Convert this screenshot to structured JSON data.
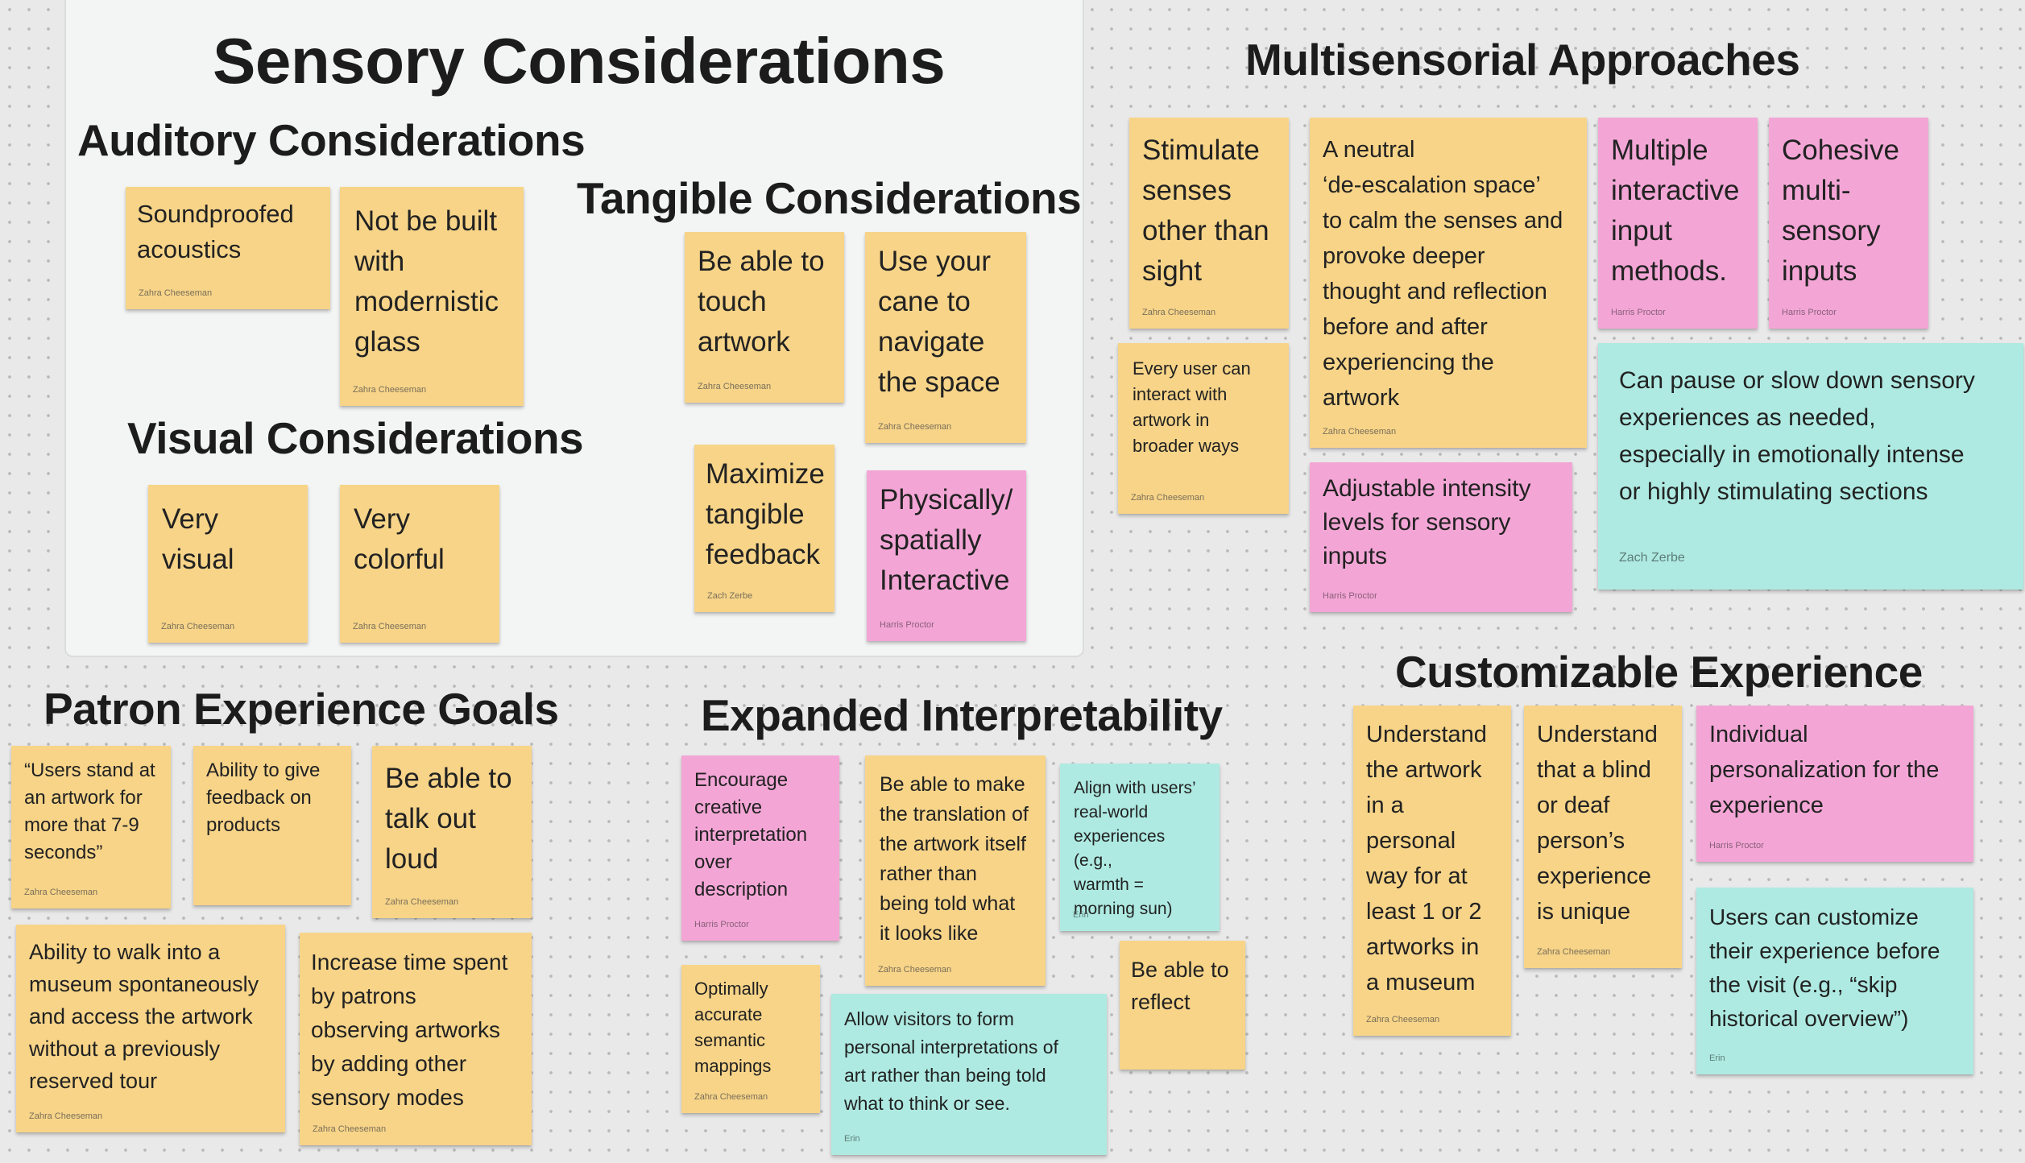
{
  "colors": {
    "board": "#e9e9e9",
    "yellow": "#f7d488",
    "pink": "#f3a6d6",
    "cyan": "#aeeae2"
  },
  "headings": {
    "sensory": "Sensory Considerations",
    "auditory": "Auditory Considerations",
    "tangible": "Tangible Considerations",
    "visual": "Visual Considerations",
    "multisensorial": "Multisensorial Approaches",
    "patron": "Patron Experience Goals",
    "expanded": "Expanded Interpretability",
    "customizable": "Customizable Experience"
  },
  "notes": {
    "soundproofed": {
      "text": "Soundproofed\nacoustics",
      "author": "Zahra Cheeseman"
    },
    "modernistic_glass": {
      "text": "Not be built\nwith\nmodernistic\nglass",
      "author": "Zahra Cheeseman"
    },
    "touch_artwork": {
      "text": "Be able to\ntouch\nartwork",
      "author": "Zahra Cheeseman"
    },
    "use_cane": {
      "text": "Use your\ncane to\nnavigate\nthe space",
      "author": "Zahra Cheeseman"
    },
    "maximize_feedback": {
      "text": "Maximize\ntangible\nfeedback",
      "author": "Zach Zerbe"
    },
    "spatially_interactive": {
      "text": "Physically/\nspatially\nInteractive",
      "author": "Harris Proctor"
    },
    "very_visual": {
      "text": "Very\nvisual",
      "author": "Zahra Cheeseman"
    },
    "very_colorful": {
      "text": "Very\ncolorful",
      "author": "Zahra Cheeseman"
    },
    "stimulate_senses": {
      "text": "Stimulate\nsenses\nother than\nsight",
      "author": "Zahra Cheeseman"
    },
    "every_user": {
      "text": "Every user can\ninteract with\nartwork in\nbroader ways",
      "author": "Zahra Cheeseman"
    },
    "de_escalation": {
      "text": "A neutral\n‘de-escalation space’\nto calm the senses and\nprovoke deeper\nthought and reflection\nbefore and after\nexperiencing the\nartwork",
      "author": "Zahra Cheeseman"
    },
    "multiple_input": {
      "text": "Multiple\ninteractive\ninput\nmethods.",
      "author": "Harris Proctor"
    },
    "cohesive_inputs": {
      "text": "Cohesive\nmulti-\nsensory\ninputs",
      "author": "Harris Proctor"
    },
    "pause_slow": {
      "text": "Can pause or slow down sensory\nexperiences as needed,\nespecially in emotionally intense\nor highly stimulating sections",
      "author": "Zach Zerbe"
    },
    "adjustable_intensity": {
      "text": "Adjustable intensity\nlevels for sensory\ninputs",
      "author": "Harris Proctor"
    },
    "users_stand": {
      "text": "“Users stand at\nan artwork for\nmore that 7-9\nseconds”",
      "author": "Zahra Cheeseman"
    },
    "give_feedback": {
      "text": "Ability to give\nfeedback on\nproducts",
      "author": ""
    },
    "talk_out_loud": {
      "text": "Be able to\ntalk out\nloud",
      "author": "Zahra Cheeseman"
    },
    "walk_into_museum": {
      "text": "Ability to walk into a\nmuseum spontaneously\nand access the artwork\nwithout a previously\nreserved tour",
      "author": "Zahra Cheeseman"
    },
    "increase_time": {
      "text": "Increase time spent\nby patrons\nobserving artworks\nby adding other\nsensory modes",
      "author": "Zahra Cheeseman"
    },
    "encourage_creative": {
      "text": "Encourage\ncreative\ninterpretation\nover\ndescription",
      "author": "Harris Proctor"
    },
    "translation_itself": {
      "text": "Be able to make\nthe translation of\nthe artwork itself\nrather than\nbeing told what\nit looks like",
      "author": "Zahra Cheeseman"
    },
    "align_real_world": {
      "text": "Align with users’\nreal-world\nexperiences (e.g.,\nwarmth =\nmorning sun)",
      "author": "Erin"
    },
    "optimally_accurate": {
      "text": "Optimally\naccurate\nsemantic\nmappings",
      "author": "Zahra Cheeseman"
    },
    "allow_visitors": {
      "text": "Allow visitors to form\npersonal interpretations of\nart rather than being told\nwhat to think or see.",
      "author": "Erin"
    },
    "reflect": {
      "text": "Be able to\nreflect",
      "author": ""
    },
    "understand_artwork": {
      "text": "Understand\nthe artwork\nin a\npersonal\nway for at\nleast 1 or 2\nartworks in\na museum",
      "author": "Zahra Cheeseman"
    },
    "blind_deaf": {
      "text": "Understand\nthat a blind\nor deaf\nperson’s\nexperience\nis unique",
      "author": "Zahra Cheeseman"
    },
    "individual_personalization": {
      "text": "Individual\npersonalization for the\nexperience",
      "author": "Harris Proctor"
    },
    "customize_before": {
      "text": "Users can customize\ntheir experience before\nthe visit (e.g., “skip\nhistorical overview”)",
      "author": "Erin"
    }
  }
}
